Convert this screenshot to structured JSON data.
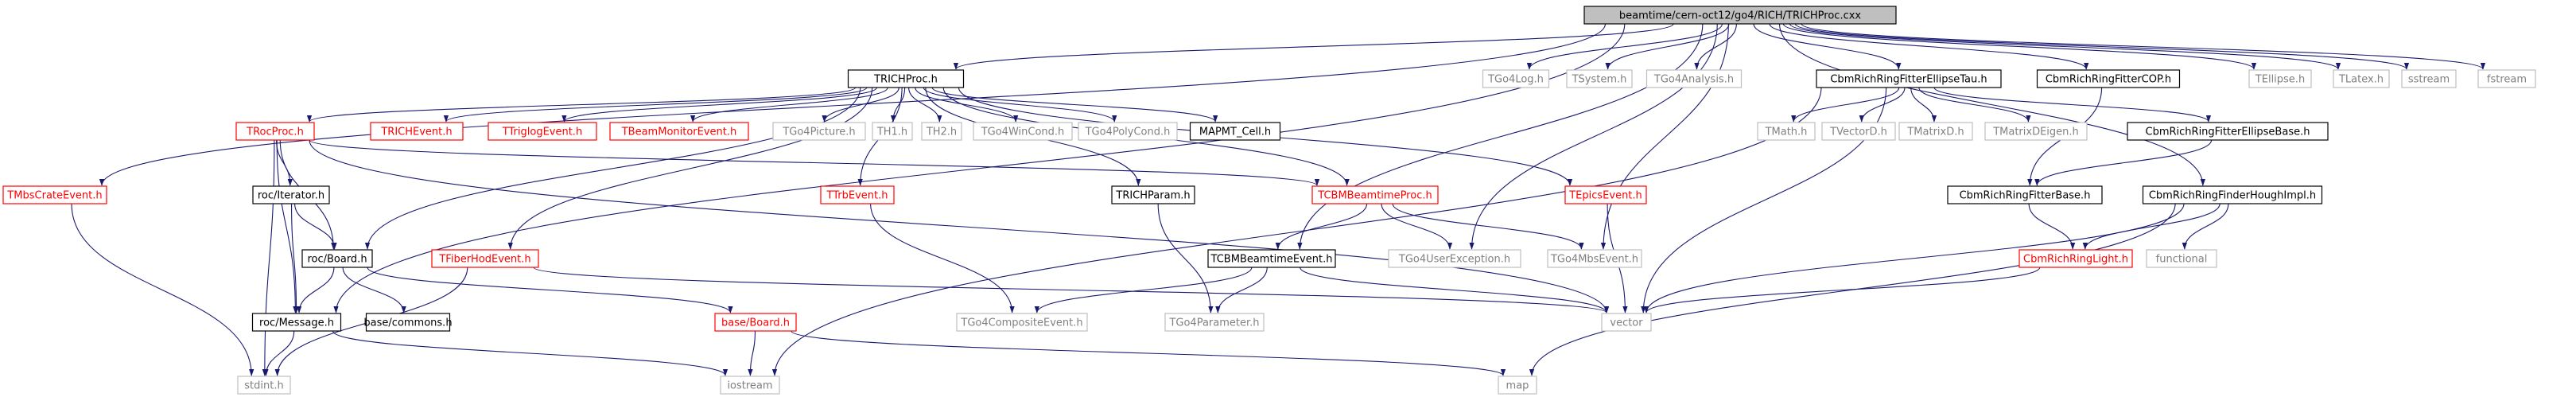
{
  "diagram": {
    "nodes": [
      {
        "id": "root",
        "label": "beamtime/cern-oct12/go4/RICH/TRICHProc.cxx",
        "kind": "root"
      },
      {
        "id": "trichproch",
        "label": "TRICHProc.h",
        "kind": "documented"
      },
      {
        "id": "tgo4log",
        "label": "TGo4Log.h",
        "kind": "external"
      },
      {
        "id": "tsystem",
        "label": "TSystem.h",
        "kind": "external"
      },
      {
        "id": "tgo4analysis",
        "label": "TGo4Analysis.h",
        "kind": "external"
      },
      {
        "id": "cbmellipsetau",
        "label": "CbmRichRingFitterEllipseTau.h",
        "kind": "documented"
      },
      {
        "id": "cbmcop",
        "label": "CbmRichRingFitterCOP.h",
        "kind": "documented"
      },
      {
        "id": "tellipse",
        "label": "TEllipse.h",
        "kind": "external"
      },
      {
        "id": "tlatex",
        "label": "TLatex.h",
        "kind": "external"
      },
      {
        "id": "sstream",
        "label": "sstream",
        "kind": "external"
      },
      {
        "id": "fstream",
        "label": "fstream",
        "kind": "external"
      },
      {
        "id": "troc",
        "label": "TRocProc.h",
        "kind": "undocumented"
      },
      {
        "id": "trichevent",
        "label": "TRICHEvent.h",
        "kind": "undocumented"
      },
      {
        "id": "ttriglog",
        "label": "TTriglogEvent.h",
        "kind": "undocumented"
      },
      {
        "id": "tbeammon",
        "label": "TBeamMonitorEvent.h",
        "kind": "undocumented"
      },
      {
        "id": "tgo4picture",
        "label": "TGo4Picture.h",
        "kind": "external"
      },
      {
        "id": "th1",
        "label": "TH1.h",
        "kind": "external"
      },
      {
        "id": "th2",
        "label": "TH2.h",
        "kind": "external"
      },
      {
        "id": "tgo4wincond",
        "label": "TGo4WinCond.h",
        "kind": "external"
      },
      {
        "id": "tgo4polycond",
        "label": "TGo4PolyCond.h",
        "kind": "external"
      },
      {
        "id": "mapmt",
        "label": "MAPMT_Cell.h",
        "kind": "documented"
      },
      {
        "id": "tmath",
        "label": "TMath.h",
        "kind": "external"
      },
      {
        "id": "tvectord",
        "label": "TVectorD.h",
        "kind": "external"
      },
      {
        "id": "tmatrixd",
        "label": "TMatrixD.h",
        "kind": "external"
      },
      {
        "id": "tmatrixdeigen",
        "label": "TMatrixDEigen.h",
        "kind": "external"
      },
      {
        "id": "cbmellipsebase",
        "label": "CbmRichRingFitterEllipseBase.h",
        "kind": "documented"
      },
      {
        "id": "tmbscrate",
        "label": "TMbsCrateEvent.h",
        "kind": "undocumented"
      },
      {
        "id": "rociterator",
        "label": "roc/Iterator.h",
        "kind": "documented"
      },
      {
        "id": "ttrbevent",
        "label": "TTrbEvent.h",
        "kind": "undocumented"
      },
      {
        "id": "trichparam",
        "label": "TRICHParam.h",
        "kind": "documented"
      },
      {
        "id": "tcbmbeamproc",
        "label": "TCBMBeamtimeProc.h",
        "kind": "undocumented"
      },
      {
        "id": "tepics",
        "label": "TEpicsEvent.h",
        "kind": "undocumented"
      },
      {
        "id": "cbmfitterbase",
        "label": "CbmRichRingFitterBase.h",
        "kind": "documented"
      },
      {
        "id": "cbmhough",
        "label": "CbmRichRingFinderHoughImpl.h",
        "kind": "documented"
      },
      {
        "id": "rocboard",
        "label": "roc/Board.h",
        "kind": "documented"
      },
      {
        "id": "tfiberhod",
        "label": "TFiberHodEvent.h",
        "kind": "undocumented"
      },
      {
        "id": "tcbmbeamevent",
        "label": "TCBMBeamtimeEvent.h",
        "kind": "documented"
      },
      {
        "id": "tgo4userexc",
        "label": "TGo4UserException.h",
        "kind": "external"
      },
      {
        "id": "tgo4mbsevent",
        "label": "TGo4MbsEvent.h",
        "kind": "external"
      },
      {
        "id": "cbmringlight",
        "label": "CbmRichRingLight.h",
        "kind": "undocumented"
      },
      {
        "id": "functional",
        "label": "functional",
        "kind": "external"
      },
      {
        "id": "rocmessage",
        "label": "roc/Message.h",
        "kind": "documented"
      },
      {
        "id": "basecommons",
        "label": "base/commons.h",
        "kind": "documented"
      },
      {
        "id": "baseboard",
        "label": "base/Board.h",
        "kind": "undocumented"
      },
      {
        "id": "tgo4composite",
        "label": "TGo4CompositeEvent.h",
        "kind": "external"
      },
      {
        "id": "tgo4parameter",
        "label": "TGo4Parameter.h",
        "kind": "external"
      },
      {
        "id": "vector",
        "label": "vector",
        "kind": "external"
      },
      {
        "id": "stdint",
        "label": "stdint.h",
        "kind": "external"
      },
      {
        "id": "iostream",
        "label": "iostream",
        "kind": "external"
      },
      {
        "id": "map",
        "label": "map",
        "kind": "external"
      }
    ],
    "edges": [
      [
        "root",
        "trichproch"
      ],
      [
        "root",
        "tgo4log"
      ],
      [
        "root",
        "tsystem"
      ],
      [
        "root",
        "tgo4analysis"
      ],
      [
        "root",
        "cbmellipsetau"
      ],
      [
        "root",
        "cbmcop"
      ],
      [
        "root",
        "tellipse"
      ],
      [
        "root",
        "tlatex"
      ],
      [
        "root",
        "sstream"
      ],
      [
        "root",
        "fstream"
      ],
      [
        "root",
        "rocmessage"
      ],
      [
        "root",
        "tcbmbeamevent"
      ],
      [
        "root",
        "tgo4userexc"
      ],
      [
        "root",
        "tgo4mbsevent"
      ],
      [
        "root",
        "cbmhough"
      ],
      [
        "root",
        "tmbscrate"
      ],
      [
        "trichproch",
        "troc"
      ],
      [
        "trichproch",
        "trichevent"
      ],
      [
        "trichproch",
        "ttriglog"
      ],
      [
        "trichproch",
        "tbeammon"
      ],
      [
        "trichproch",
        "tgo4picture"
      ],
      [
        "trichproch",
        "th1"
      ],
      [
        "trichproch",
        "th2"
      ],
      [
        "trichproch",
        "tgo4wincond"
      ],
      [
        "trichproch",
        "tgo4polycond"
      ],
      [
        "trichproch",
        "mapmt"
      ],
      [
        "trichproch",
        "ttrbevent"
      ],
      [
        "trichproch",
        "trichparam"
      ],
      [
        "trichproch",
        "tcbmbeamproc"
      ],
      [
        "trichproch",
        "tepics"
      ],
      [
        "trichproch",
        "tfiberhod"
      ],
      [
        "trichproch",
        "rocboard"
      ],
      [
        "cbmellipsetau",
        "tmath"
      ],
      [
        "cbmellipsetau",
        "tvectord"
      ],
      [
        "cbmellipsetau",
        "tmatrixd"
      ],
      [
        "cbmellipsetau",
        "tmatrixdeigen"
      ],
      [
        "cbmellipsetau",
        "cbmellipsebase"
      ],
      [
        "cbmellipsetau",
        "vector"
      ],
      [
        "cbmellipsetau",
        "iostream"
      ],
      [
        "cbmcop",
        "cbmfitterbase"
      ],
      [
        "cbmellipsebase",
        "cbmfitterbase"
      ],
      [
        "cbmfitterbase",
        "cbmringlight"
      ],
      [
        "cbmhough",
        "cbmringlight"
      ],
      [
        "cbmhough",
        "functional"
      ],
      [
        "cbmhough",
        "vector"
      ],
      [
        "cbmhough",
        "map"
      ],
      [
        "cbmringlight",
        "vector"
      ],
      [
        "troc",
        "rociterator"
      ],
      [
        "troc",
        "rocboard"
      ],
      [
        "troc",
        "rocmessage"
      ],
      [
        "troc",
        "stdint"
      ],
      [
        "troc",
        "tcbmbeamproc"
      ],
      [
        "troc",
        "vector"
      ],
      [
        "rociterator",
        "rocboard"
      ],
      [
        "rociterator",
        "rocmessage"
      ],
      [
        "rocboard",
        "rocmessage"
      ],
      [
        "rocboard",
        "basecommons"
      ],
      [
        "rocboard",
        "baseboard"
      ],
      [
        "rocmessage",
        "stdint"
      ],
      [
        "rocmessage",
        "iostream"
      ],
      [
        "baseboard",
        "iostream"
      ],
      [
        "baseboard",
        "map"
      ],
      [
        "tmbscrate",
        "stdint"
      ],
      [
        "tfiberhod",
        "stdint"
      ],
      [
        "tfiberhod",
        "vector"
      ],
      [
        "ttrbevent",
        "tgo4composite"
      ],
      [
        "trichparam",
        "tgo4parameter"
      ],
      [
        "tcbmbeamproc",
        "tcbmbeamevent"
      ],
      [
        "tcbmbeamproc",
        "tgo4userexc"
      ],
      [
        "tcbmbeamproc",
        "tgo4mbsevent"
      ],
      [
        "tcbmbeamevent",
        "tgo4composite"
      ],
      [
        "tcbmbeamevent",
        "tgo4parameter"
      ],
      [
        "tcbmbeamevent",
        "vector"
      ],
      [
        "tepics",
        "vector"
      ]
    ]
  },
  "colors": {
    "edge": "#191970",
    "root_fill": "#bfbfbf",
    "documented_border": "#000000",
    "undocumented_border": "#ff0000",
    "external_border": "#bfbfbf",
    "documented_text": "#000000",
    "undocumented_text": "#ff0000",
    "external_text": "#808080"
  }
}
